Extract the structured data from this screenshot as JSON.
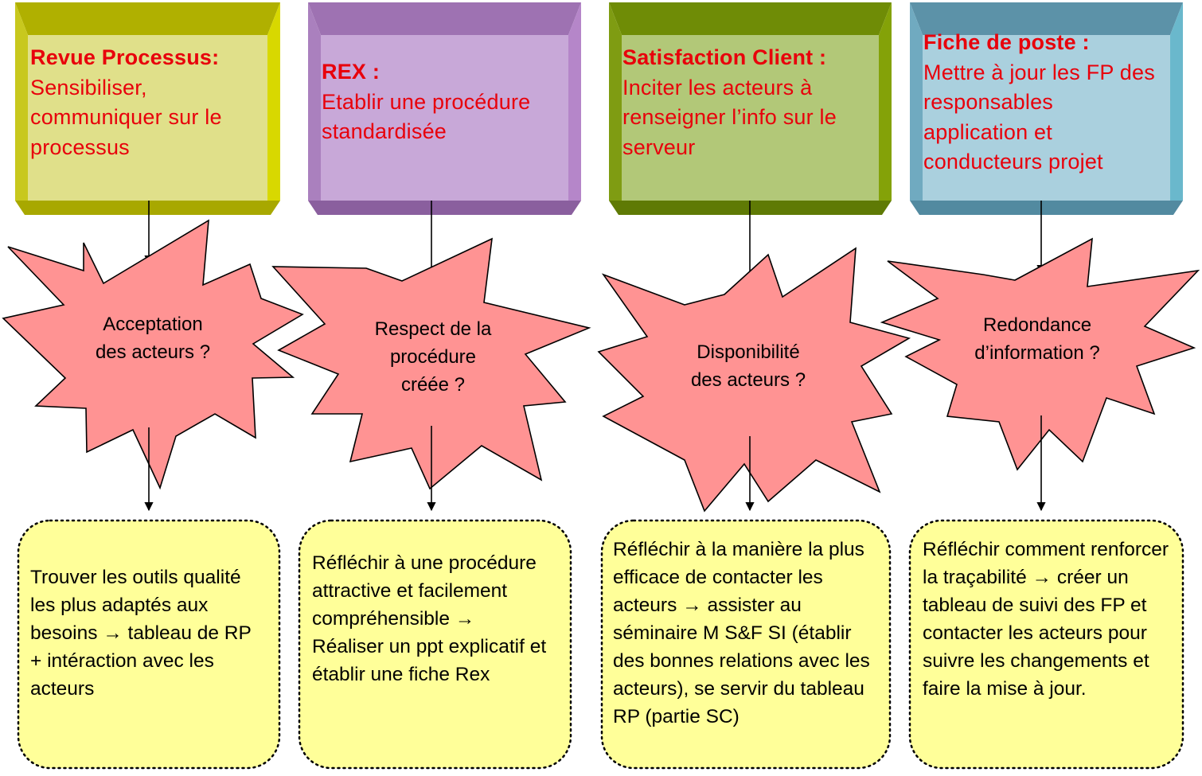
{
  "columns": [
    {
      "box": {
        "title": "Revue Processus:",
        "body": "Sensibiliser, communiquer sur le processus",
        "colors": {
          "front": "#e0e08a",
          "top": "#b0b000",
          "left": "#c8c81e",
          "right": "#d8d800",
          "bottom": "#a8a800"
        }
      },
      "star": {
        "text": "Acceptation\ndes acteurs ?"
      },
      "note": {
        "text": "Trouver les outils qualité les plus adaptés aux besoins → tableau de RP + intéraction avec les acteurs"
      }
    },
    {
      "box": {
        "title": "REX :",
        "body": "Etablir une procédure standardisée",
        "colors": {
          "front": "#c8a8d8",
          "top": "#9e72b2",
          "left": "#aa80be",
          "right": "#b586c9",
          "bottom": "#8a5f9e"
        }
      },
      "star": {
        "text": "Respect de la\nprocédure\ncréée ?"
      },
      "note": {
        "text": "Réfléchir à une procédure attractive et facilement compréhensible → Réaliser un ppt explicatif et établir une fiche Rex"
      }
    },
    {
      "box": {
        "title": "Satisfaction Client :",
        "body": "Inciter les acteurs à renseigner l’info sur le serveur",
        "colors": {
          "front": "#b2c878",
          "top": "#6f8c06",
          "left": "#7f9c12",
          "right": "#84a208",
          "bottom": "#5f7a05"
        }
      },
      "star": {
        "text": "Disponibilité\ndes acteurs ?"
      },
      "note": {
        "text": "Réfléchir à la manière la plus efficace de contacter les acteurs → assister au séminaire M S&F SI (établir des bonnes relations avec les acteurs), se servir du tableau RP (partie SC)"
      }
    },
    {
      "box": {
        "title": "Fiche de poste :",
        "body": "Mettre à jour les FP des responsables application et conducteurs projet",
        "colors": {
          "front": "#aad0de",
          "top": "#5c92a8",
          "left": "#70aac0",
          "right": "#6ab8cc",
          "bottom": "#528aa0"
        }
      },
      "star": {
        "text": "Redondance\nd’information ?"
      },
      "note": {
        "text": "Réfléchir comment renforcer la traçabilité → créer un tableau de suivi des FP et contacter les acteurs pour suivre les changements et faire la mise à jour."
      }
    }
  ],
  "colors": {
    "star_fill": "#ff9393",
    "note_fill": "#ffff99",
    "arrow": "#000000",
    "box_text": "#e8000b"
  }
}
